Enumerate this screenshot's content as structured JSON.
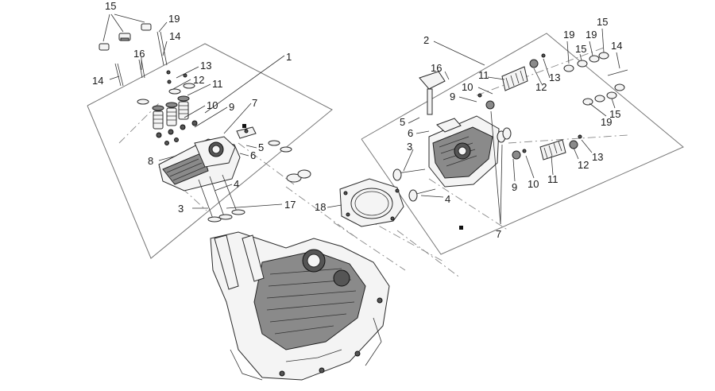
{
  "callouts": [
    {
      "id": "l15",
      "text": "15"
    },
    {
      "id": "l19",
      "text": "19"
    },
    {
      "id": "l14a",
      "text": "14"
    },
    {
      "id": "l16",
      "text": "16"
    },
    {
      "id": "l14b",
      "text": "14"
    },
    {
      "id": "l1",
      "text": "1"
    },
    {
      "id": "l13",
      "text": "13"
    },
    {
      "id": "l12",
      "text": "12"
    },
    {
      "id": "l11",
      "text": "11"
    },
    {
      "id": "l10",
      "text": "10"
    },
    {
      "id": "l9",
      "text": "9"
    },
    {
      "id": "l7",
      "text": "7"
    },
    {
      "id": "l5",
      "text": "5"
    },
    {
      "id": "l6",
      "text": "6"
    },
    {
      "id": "l8",
      "text": "8"
    },
    {
      "id": "l4",
      "text": "4"
    },
    {
      "id": "l3",
      "text": "3"
    },
    {
      "id": "l17",
      "text": "17"
    },
    {
      "id": "l18",
      "text": "18"
    },
    {
      "id": "r2",
      "text": "2"
    },
    {
      "id": "r16",
      "text": "16"
    },
    {
      "id": "r11a",
      "text": "11"
    },
    {
      "id": "r10a",
      "text": "10"
    },
    {
      "id": "r9a",
      "text": "9"
    },
    {
      "id": "r5",
      "text": "5"
    },
    {
      "id": "r6",
      "text": "6"
    },
    {
      "id": "r3",
      "text": "3"
    },
    {
      "id": "r4",
      "text": "4"
    },
    {
      "id": "r7",
      "text": "7"
    },
    {
      "id": "r9b",
      "text": "9"
    },
    {
      "id": "r10b",
      "text": "10"
    },
    {
      "id": "r11b",
      "text": "11"
    },
    {
      "id": "r12a",
      "text": "12"
    },
    {
      "id": "r13a",
      "text": "13"
    },
    {
      "id": "r12b",
      "text": "12"
    },
    {
      "id": "r13b",
      "text": "13"
    },
    {
      "id": "r19a",
      "text": "19"
    },
    {
      "id": "r15a",
      "text": "15"
    },
    {
      "id": "r19b",
      "text": "19"
    },
    {
      "id": "r15b",
      "text": "15"
    },
    {
      "id": "r14",
      "text": "14"
    },
    {
      "id": "r15c",
      "text": "15"
    },
    {
      "id": "r19c",
      "text": "19"
    }
  ]
}
